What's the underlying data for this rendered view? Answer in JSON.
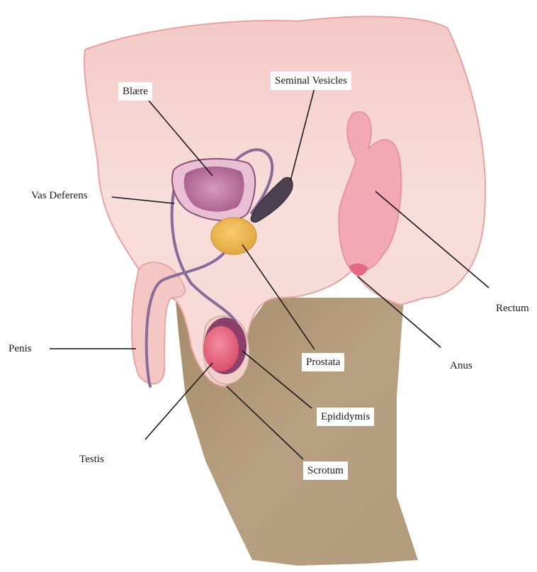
{
  "labels": {
    "blaere": "Blære",
    "seminal_vesicles": "Seminal Vesicles",
    "vas_deferens": "Vas Deferens",
    "rectum": "Rectum",
    "penis": "Penis",
    "prostata": "Prostata",
    "anus": "Anus",
    "epididymis": "Epididymis",
    "testis": "Testis",
    "scrotum": "Scrotum"
  },
  "colors": {
    "body_pink": "#f6d7d3",
    "body_edge": "#e9a9a6",
    "skin_brown": "#a48a66",
    "bladder": "#c98bb0",
    "bladder_inner": "#b46a98",
    "vas_deferens": "#8a6a9a",
    "prostate": "#f1bd5a",
    "seminal_vesicle": "#4a4050",
    "testis": "#ec6f88",
    "epididymis": "#8b3f6a",
    "rectum": "#ef9fae",
    "leader_line": "#111111"
  }
}
